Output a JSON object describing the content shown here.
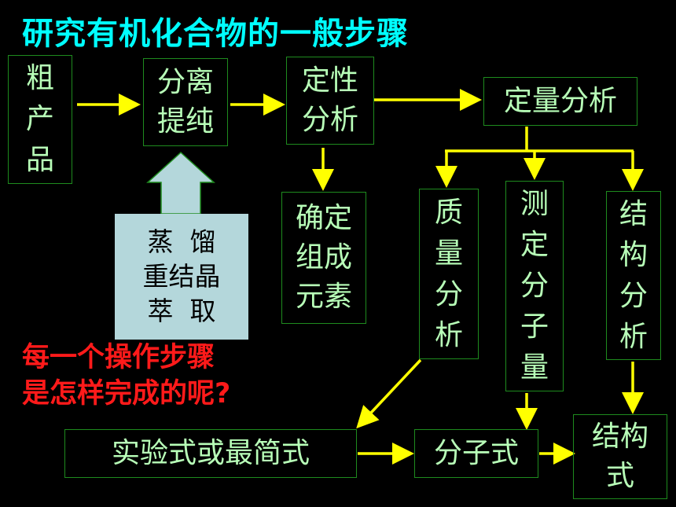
{
  "title": "研究有机化合物的一般步骤",
  "nodes": {
    "crude": "粗\n产\n品",
    "separate": "分离\n提纯",
    "qualitative": "定性\n分析",
    "elements": "确定\n组成\n元素",
    "quantitative": "定量分析",
    "mass": "质\n量\n分\n析",
    "molmass": "测\n定\n分\n子\n量",
    "structure": "结\n构\n分\n析",
    "empirical": "实验式或最简式",
    "molecular": "分子式",
    "structural": "结构\n式"
  },
  "methods": [
    "蒸  馏",
    "重结晶",
    "萃  取"
  ],
  "question": "每一个操作步骤\n是怎样完成的呢?",
  "colors": {
    "title": "#00FFFF",
    "arrow": "#FFFF00",
    "box_border": "#1E8B1E",
    "box_text": "#B8FFB8",
    "method_fill": "#B4D7DB",
    "question": "#FF1A1A"
  }
}
